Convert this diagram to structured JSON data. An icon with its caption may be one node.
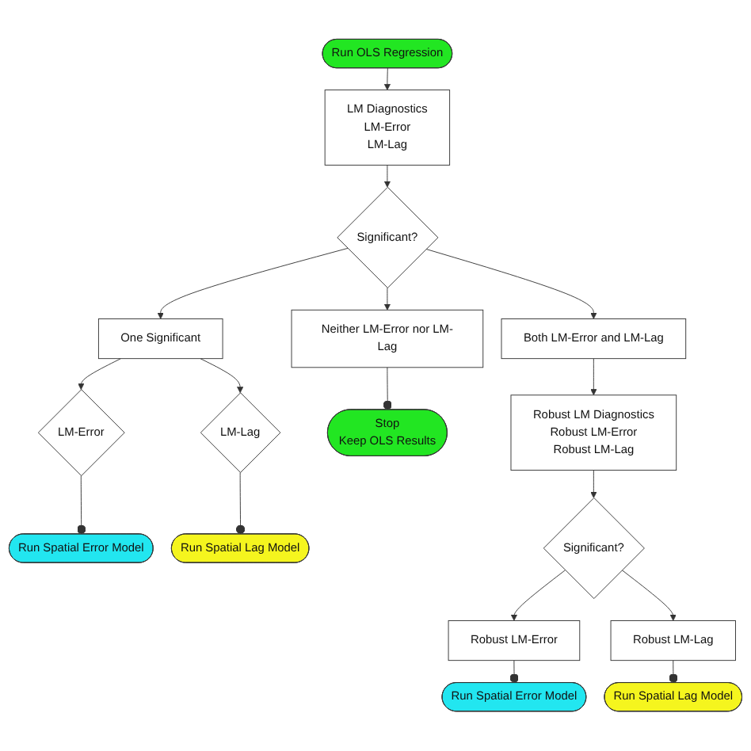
{
  "diagram": {
    "nodes": [
      {
        "text": [
          "Run OLS Regression"
        ]
      },
      {
        "text": [
          "LM Diagnostics",
          "LM-Error",
          "LM-Lag"
        ]
      },
      {
        "text": [
          "Significant?"
        ]
      },
      {
        "text": [
          "Neither LM-Error nor LM-Lag"
        ]
      },
      {
        "text": [
          "Both LM-Error and LM-Lag"
        ]
      },
      {
        "text": [
          "One Significant"
        ]
      },
      {
        "text": [
          "Run Spatial Error Model"
        ]
      },
      {
        "text": [
          "LM-Error"
        ]
      },
      {
        "text": [
          "LM-Lag"
        ]
      },
      {
        "text": [
          "Run Spatial Lag Model"
        ]
      },
      {
        "text": [
          "Stop",
          "Keep OLS Results"
        ]
      },
      {
        "text": [
          "Robust LM Diagnostics",
          "Robust LM-Error",
          "Robust LM-Lag"
        ]
      },
      {
        "text": [
          "Significant?"
        ]
      },
      {
        "text": [
          "Robust LM-Error"
        ]
      },
      {
        "text": [
          "Robust LM-Lag"
        ]
      },
      {
        "text": [
          "Run Spatial Error Model"
        ]
      },
      {
        "text": [
          "Run Spatial Lag Model"
        ]
      }
    ],
    "edges": [
      {
        "from": 0,
        "to": 1,
        "arrow": "to"
      },
      {
        "from": 1,
        "to": 2,
        "arrow": "to"
      },
      {
        "from": 2,
        "to": 3,
        "arrow": "to"
      },
      {
        "from": 2,
        "to": 4,
        "arrow": "to"
      },
      {
        "from": 2,
        "to": 5,
        "arrow": "to"
      },
      {
        "from": 5,
        "to": 7,
        "arrow": "to"
      },
      {
        "from": 5,
        "to": 8,
        "arrow": "to"
      },
      {
        "from": 7,
        "to": 6,
        "arrow": "other"
      },
      {
        "from": 8,
        "to": 9,
        "arrow": "other"
      },
      {
        "from": 3,
        "to": 10,
        "arrow": "other"
      },
      {
        "from": 4,
        "to": 11,
        "arrow": "to"
      },
      {
        "from": 11,
        "to": 12,
        "arrow": "to"
      },
      {
        "from": 12,
        "to": 13,
        "arrow": "to"
      },
      {
        "from": 12,
        "to": 14,
        "arrow": "to"
      },
      {
        "from": 13,
        "to": 15,
        "arrow": "other"
      },
      {
        "from": 14,
        "to": 16,
        "arrow": "other"
      }
    ]
  }
}
